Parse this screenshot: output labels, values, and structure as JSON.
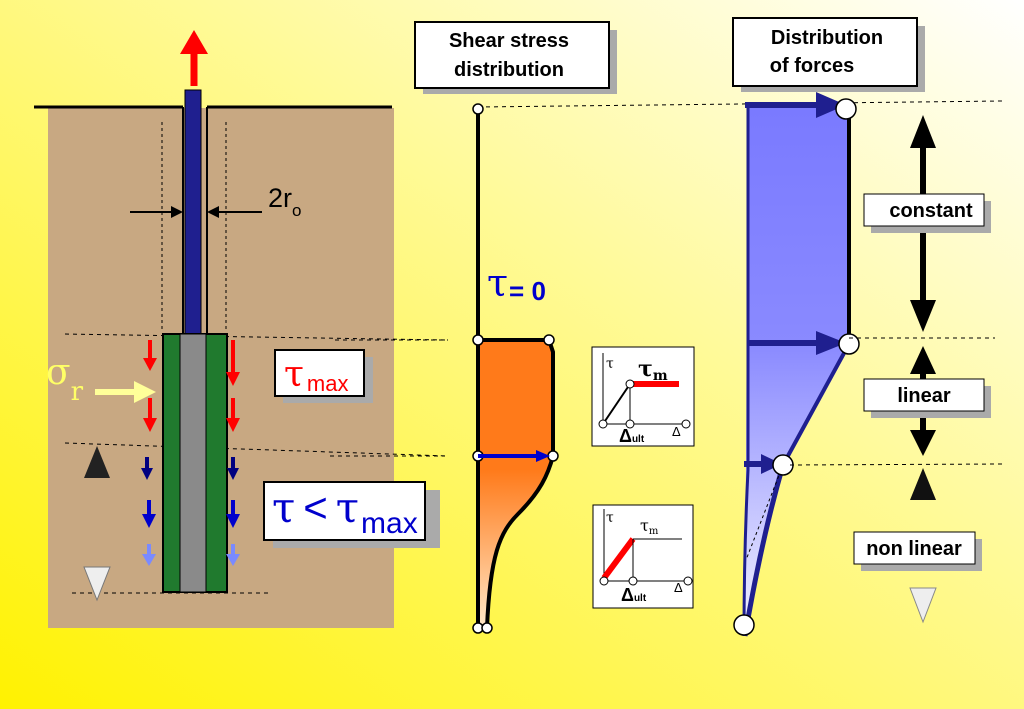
{
  "diagram": {
    "colors": {
      "background_light": "#ffffff",
      "background_yellow": "#fff200",
      "soil": "#c8a882",
      "rod": "#1f1f8f",
      "grout": "#207a2e",
      "core": "#8a8a8a",
      "stress_fill": "#ff7a1a",
      "force_fill": "#7a7aff",
      "red": "#ff0000",
      "blue": "#0000cc"
    },
    "left_panel": {
      "radius_label": "2r",
      "radius_subscript": "o",
      "sigma_symbol": "σ",
      "sigma_subscript": "r",
      "tau_max_box": {
        "symbol": "τ",
        "subscript": "max"
      },
      "tau_less_box": {
        "symbol": "τ",
        "operator": "<",
        "symbol2": "τ",
        "subscript": "max"
      }
    },
    "middle_panel": {
      "title_line1": "Shear stress",
      "title_line2": "distribution",
      "tau_zero_symbol": "τ",
      "tau_zero_text": "= 0"
    },
    "insets": [
      {
        "tau_axis": "τ",
        "tau_m": "τ",
        "tau_m_sub": "m",
        "delta_label": "Δ",
        "delta_sub": "ult",
        "delta_axis": "Δ"
      },
      {
        "tau_axis": "τ",
        "tau_m": "τ",
        "tau_m_sub": "m",
        "delta_label": "Δ",
        "delta_sub": "ult",
        "delta_axis": "Δ"
      }
    ],
    "right_panel": {
      "title_line1": "Distribution",
      "title_line2": "of forces",
      "labels": [
        "constant",
        "linear",
        "non linear"
      ]
    }
  }
}
